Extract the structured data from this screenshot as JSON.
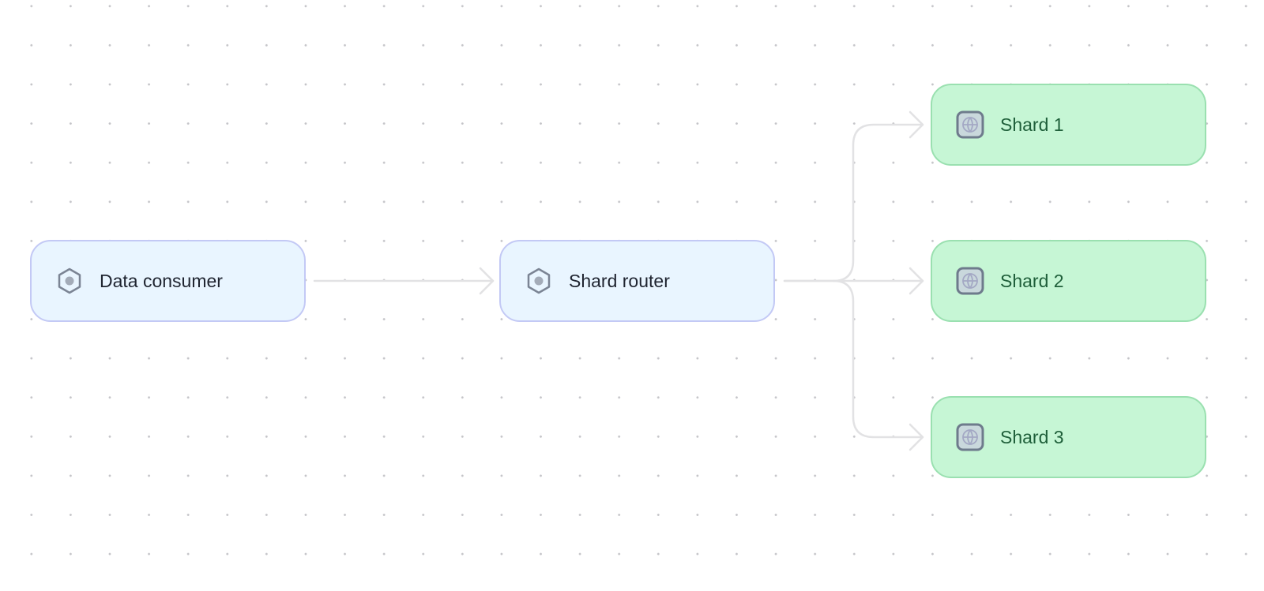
{
  "nodes": [
    {
      "id": "consumer",
      "label": "Data consumer",
      "icon": "hexagon-dot-icon"
    },
    {
      "id": "router",
      "label": "Shard router",
      "icon": "hexagon-dot-icon"
    },
    {
      "id": "shard1",
      "label": "Shard 1",
      "icon": "globe-icon"
    },
    {
      "id": "shard2",
      "label": "Shard 2",
      "icon": "globe-icon"
    },
    {
      "id": "shard3",
      "label": "Shard 3",
      "icon": "globe-icon"
    }
  ],
  "edges": [
    [
      "consumer",
      "router"
    ],
    [
      "router",
      "shard1"
    ],
    [
      "router",
      "shard2"
    ],
    [
      "router",
      "shard3"
    ]
  ],
  "colors": {
    "service_fill": "#e9f5ff",
    "service_border": "#c3c9f5",
    "shard_fill": "#c6f6d5",
    "shard_border": "#9ae0b0",
    "edge": "#e2e2e4"
  }
}
